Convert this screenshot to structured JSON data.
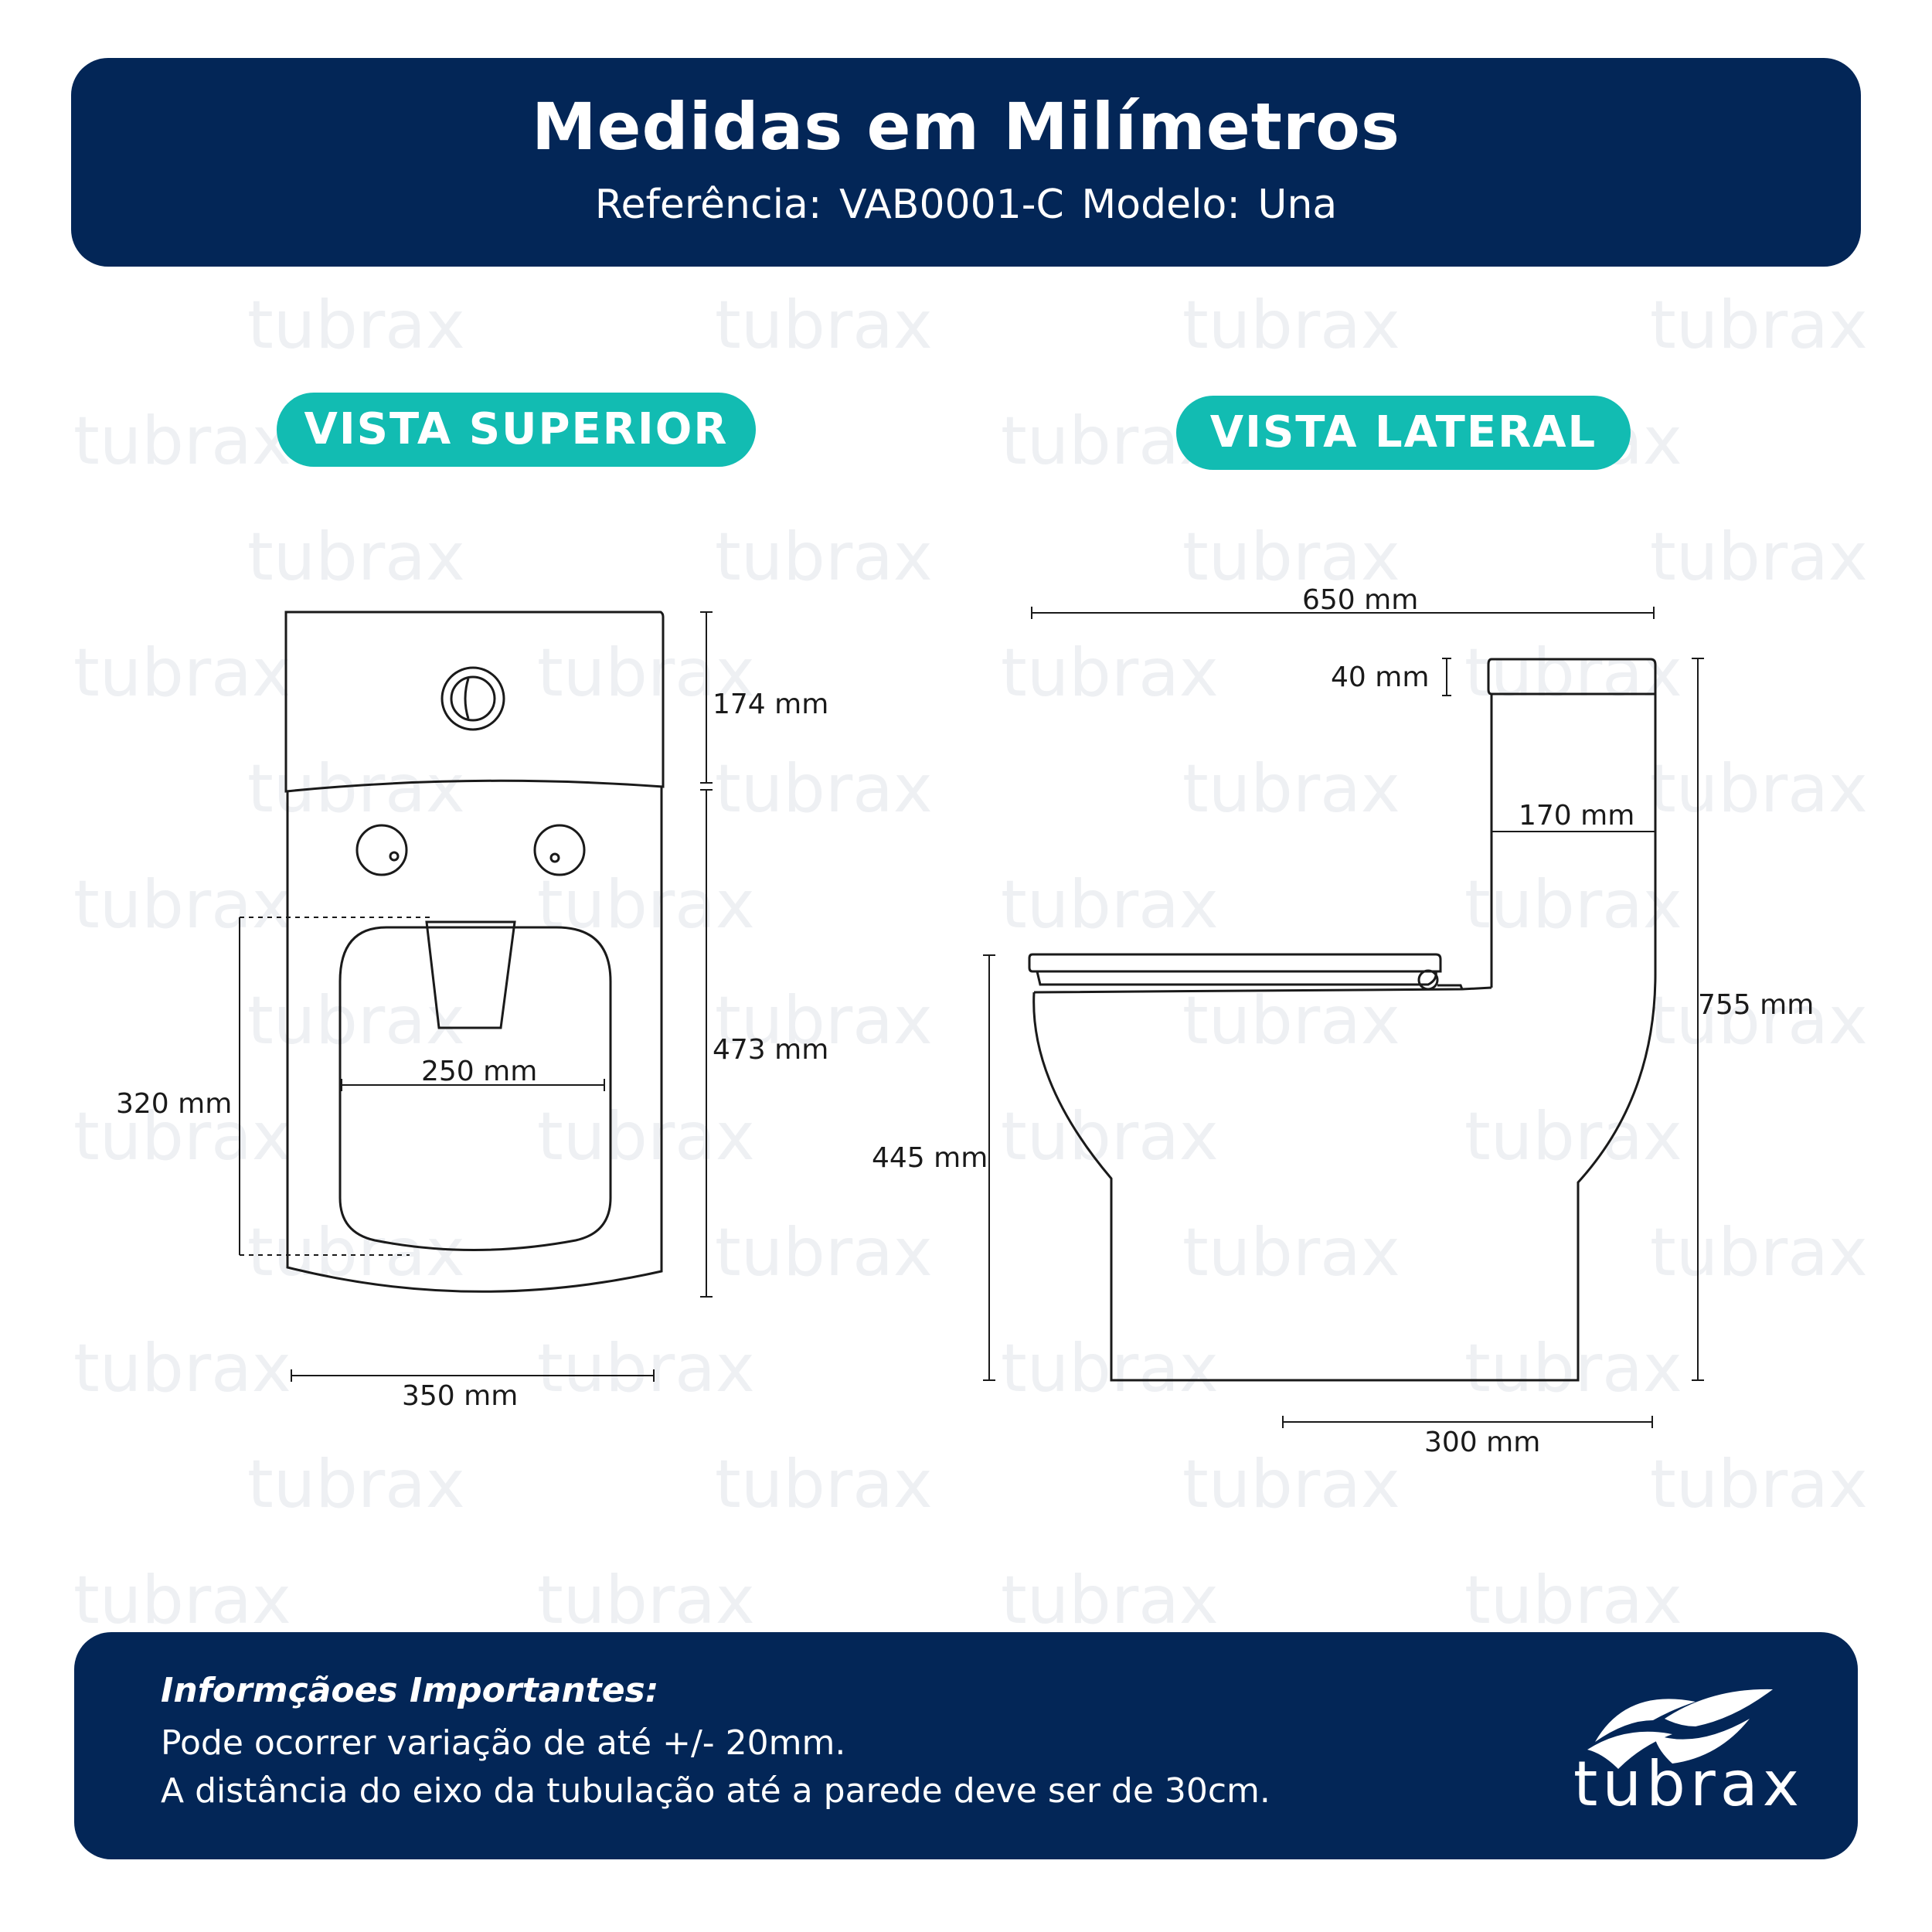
{
  "header": {
    "title": "Medidas em Milímetros",
    "reference": "Referência: VAB0001-C   Modelo: Una"
  },
  "views": {
    "top_view_label": "VISTA SUPERIOR",
    "side_view_label": "VISTA LATERAL"
  },
  "dimensions": {
    "top": {
      "tank_depth": "174 mm",
      "bowl_length": "473 mm",
      "seat_opening_length": "320 mm",
      "seat_opening_width": "250 mm",
      "overall_width": "350 mm"
    },
    "side": {
      "overall_depth": "650 mm",
      "lid_thickness": "40 mm",
      "tank_depth": "170 mm",
      "overall_height": "755 mm",
      "seat_height": "445 mm",
      "base_depth": "300 mm"
    }
  },
  "watermark": {
    "brand": "tubrax"
  },
  "footer": {
    "info_title": "Informçãoes Importantes:",
    "line1": "Pode ocorrer variação de até +/- 20mm.",
    "line2": "A distância do eixo da tubulação até a parede deve ser de 30cm.",
    "brand": "tubrax"
  },
  "colors": {
    "navy": "#032657",
    "teal": "#12bcb2",
    "line": "#1a1a1a",
    "watermark": "#eef0f3"
  }
}
